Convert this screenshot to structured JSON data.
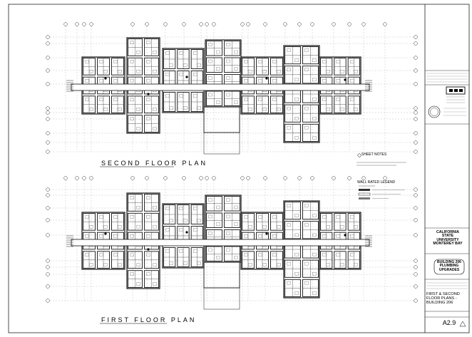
{
  "sheet": {
    "client_line1": "CALIFORNIA",
    "client_line2": "STATE",
    "client_line3": "UNIVERSITY",
    "client_line4": "MONTEREY BAY",
    "project_line1": "BUILDING 206",
    "project_line2": "PLUMBING",
    "project_line3": "UPGRADES",
    "drawing_title_line1": "FIRST & SECOND",
    "drawing_title_line2": "FLOOR PLANS -",
    "drawing_title_line3": "BUILDING 206",
    "sheet_number": "A2.9"
  },
  "plans": {
    "second_floor_title": "SECOND FLOOR PLAN",
    "first_floor_title": "FIRST FLOOR PLAN",
    "sheet_notes_label": "SHEET NOTES",
    "wall_legend_label": "WALL RATED LEGEND"
  },
  "colors": {
    "line": "#111111",
    "background": "#ffffff"
  }
}
